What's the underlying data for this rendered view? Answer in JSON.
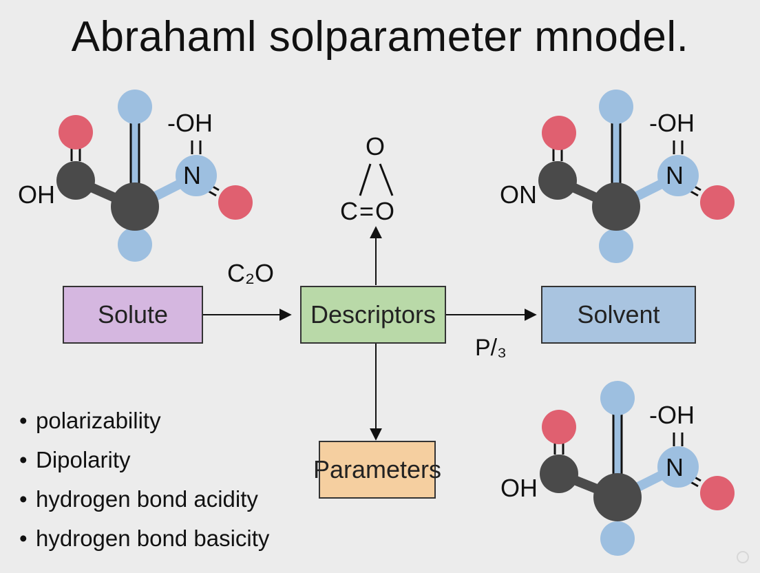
{
  "title": "Abrahaml solparameter mnodel.",
  "boxes": {
    "solute": "Solute",
    "descriptors": "Descriptors",
    "solvent": "Solvent",
    "parameters": "Parameters"
  },
  "arrow_labels": {
    "solute_to_descriptors": "C₂O",
    "descriptors_to_solvent": "P/₃"
  },
  "center_molecule": {
    "top_atom": "O",
    "bottom_group": "C=O"
  },
  "molecules": {
    "top_left": {
      "oh_label": "OH",
      "group_label": "-OH",
      "n_label": "N"
    },
    "top_right": {
      "on_label": "ON",
      "group_label": "-OH",
      "n_label": "N"
    },
    "bottom_right": {
      "oh_label": "OH",
      "group_label": "-OH",
      "n_label": "N"
    }
  },
  "bullets": [
    "polarizability",
    "Dipolarity",
    "hydrogen bond acidity",
    "hydrogen bond basicity"
  ],
  "colors": {
    "background": "#ececec",
    "solute_box": "#d5b7e0",
    "descriptors_box": "#b9d9a8",
    "solvent_box": "#a9c4e0",
    "parameters_box": "#f5cfa0",
    "atom_red": "#e06070",
    "atom_blue": "#9dbfe0",
    "atom_dark": "#4a4a4a"
  }
}
